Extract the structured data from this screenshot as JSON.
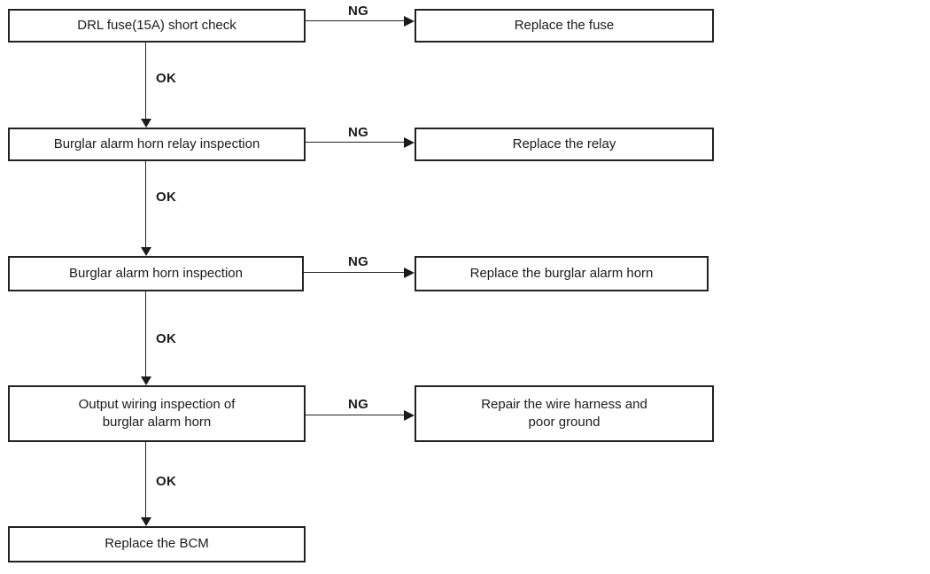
{
  "diagram": {
    "type": "flowchart",
    "steps": [
      {
        "check": "DRL fuse(15A) short check",
        "fail_label": "NG",
        "fail_action": "Replace the fuse",
        "pass_label": "OK"
      },
      {
        "check": "Burglar alarm horn relay inspection",
        "fail_label": "NG",
        "fail_action": "Replace the relay",
        "pass_label": "OK"
      },
      {
        "check": "Burglar alarm horn inspection",
        "fail_label": "NG",
        "fail_action": "Replace the burglar alarm horn",
        "pass_label": "OK"
      },
      {
        "check": "Output wiring inspection of\nburglar alarm horn",
        "fail_label": "NG",
        "fail_action": "Repair the wire harness and\npoor ground",
        "pass_label": "OK"
      }
    ],
    "final_action": "Replace the BCM",
    "colors": {
      "line": "#222222",
      "text": "#1b1b1b",
      "background": "#ffffff"
    }
  }
}
